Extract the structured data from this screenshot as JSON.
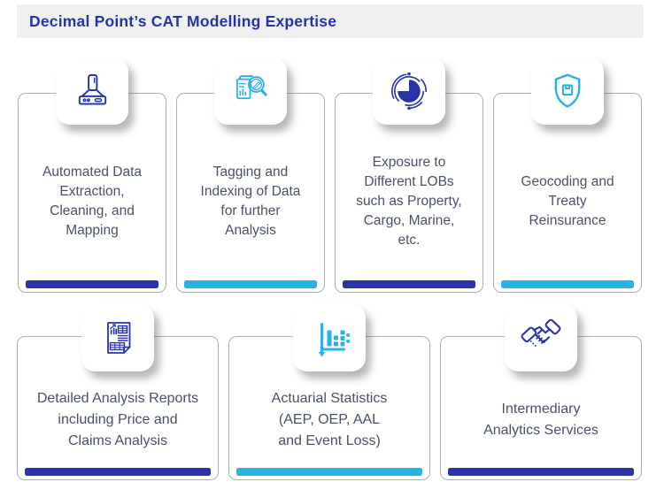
{
  "header": {
    "title": "Decimal Point’s CAT Modelling Expertise"
  },
  "colors": {
    "navy": "#2a34a8",
    "cyan": "#29b2e6",
    "title_blue": "#2733ab",
    "card_text": "#4a5266",
    "header_bg": "#f0f0f1",
    "card_border": "#b0b0b0"
  },
  "cards": [
    {
      "icon": "extraction-hood-icon",
      "accent": "navy",
      "text": "Automated Data\nExtraction,\nCleaning, and\nMapping"
    },
    {
      "icon": "document-magnifier-icon",
      "accent": "cyan",
      "text": "Tagging and\nIndexing of Data\nfor further\nAnalysis"
    },
    {
      "icon": "pie-chart-icon",
      "accent": "navy",
      "text": "Exposure to\nDifferent LOBs\nsuch as Property,\nCargo, Marine,\netc."
    },
    {
      "icon": "shield-package-icon",
      "accent": "cyan",
      "text": "Geocoding and\nTreaty\nReinsurance"
    },
    {
      "icon": "report-document-icon",
      "accent": "navy",
      "text": "Detailed Analysis Reports\nincluding Price and\nClaims Analysis"
    },
    {
      "icon": "bar-chart-axis-icon",
      "accent": "cyan",
      "text": "Actuarial Statistics\n(AEP, OEP, AAL\nand Event Loss)"
    },
    {
      "icon": "handshake-icon",
      "accent": "navy",
      "text": "Intermediary\nAnalytics Services"
    }
  ]
}
